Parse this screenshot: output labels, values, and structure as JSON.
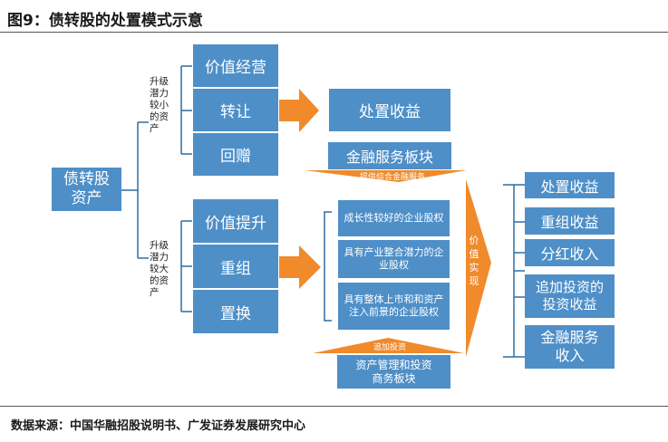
{
  "figure": {
    "title": "图9：债转股的处置模式示意",
    "source": "数据来源：中国华融招股说明书、广发证券发展研究中心"
  },
  "left_node": {
    "label": "债转股\n资产"
  },
  "upper_branch": {
    "side_label": "升级\n潜力\n较小\n的资\n产",
    "options": [
      "价值经营",
      "转让",
      "回赠"
    ],
    "result": "处置收益"
  },
  "lower_branch": {
    "side_label": "升级\n潜力\n较大\n的资\n产",
    "options": [
      "价值提升",
      "重组",
      "置换"
    ],
    "targets": [
      "成长性较好的企业股权",
      "具有产业整合潜力的企业股权",
      "具有整体上市和和资产注入前景的企业股权"
    ]
  },
  "services_box": "金融服务板块",
  "services_arrow_label": "提供综合金融服务",
  "invest_arrow_label": "追加投资",
  "asset_mgmt_box": "资产管理和投资\n商务板块",
  "value_realization_label": "价值实现",
  "outcomes": [
    "处置收益",
    "重组收益",
    "分红收入",
    "追加投资的\n投资收益",
    "金融服务\n收入"
  ],
  "colors": {
    "box": "#4e8fc8",
    "arrow": "#f08a2a",
    "line": "#2e6da4"
  }
}
